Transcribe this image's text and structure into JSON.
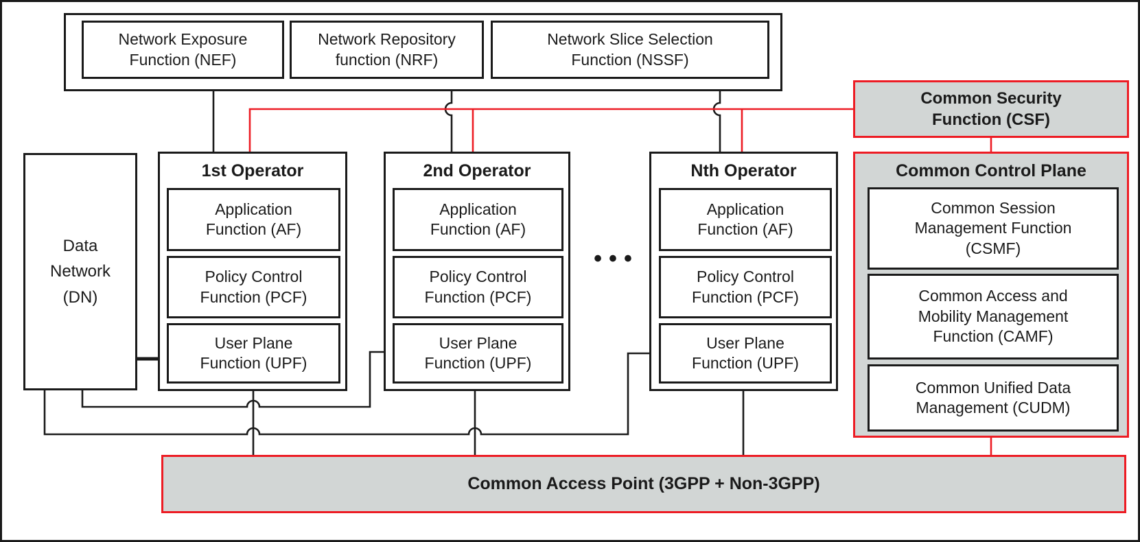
{
  "colors": {
    "accent_red": "#ed1c24",
    "fill_gray": "#d2d6d5",
    "line_black": "#1a1a1a"
  },
  "top_group": {
    "nef": "Network Exposure\nFunction (NEF)",
    "nrf": "Network Repository\nfunction (NRF)",
    "nssf": "Network Slice Selection\nFunction (NSSF)"
  },
  "data_network": "Data\nNetwork\n(DN)",
  "operators": [
    {
      "title": "1st Operator",
      "af": "Application\nFunction (AF)",
      "pcf": "Policy Control\nFunction (PCF)",
      "upf": "User Plane\nFunction (UPF)"
    },
    {
      "title": "2nd Operator",
      "af": "Application\nFunction (AF)",
      "pcf": "Policy Control\nFunction (PCF)",
      "upf": "User Plane\nFunction (UPF)"
    },
    {
      "title": "Nth Operator",
      "af": "Application\nFunction (AF)",
      "pcf": "Policy Control\nFunction (PCF)",
      "upf": "User Plane\nFunction (UPF)"
    }
  ],
  "ellipsis": "•••",
  "csf": "Common Security\nFunction (CSF)",
  "common_control_plane": {
    "title": "Common Control Plane",
    "csmf": "Common Session\nManagement Function\n(CSMF)",
    "camf": "Common Access and\nMobility Management\nFunction (CAMF)",
    "cudm": "Common Unified Data\nManagement (CUDM)"
  },
  "cap": "Common Access Point (3GPP + Non-3GPP)"
}
